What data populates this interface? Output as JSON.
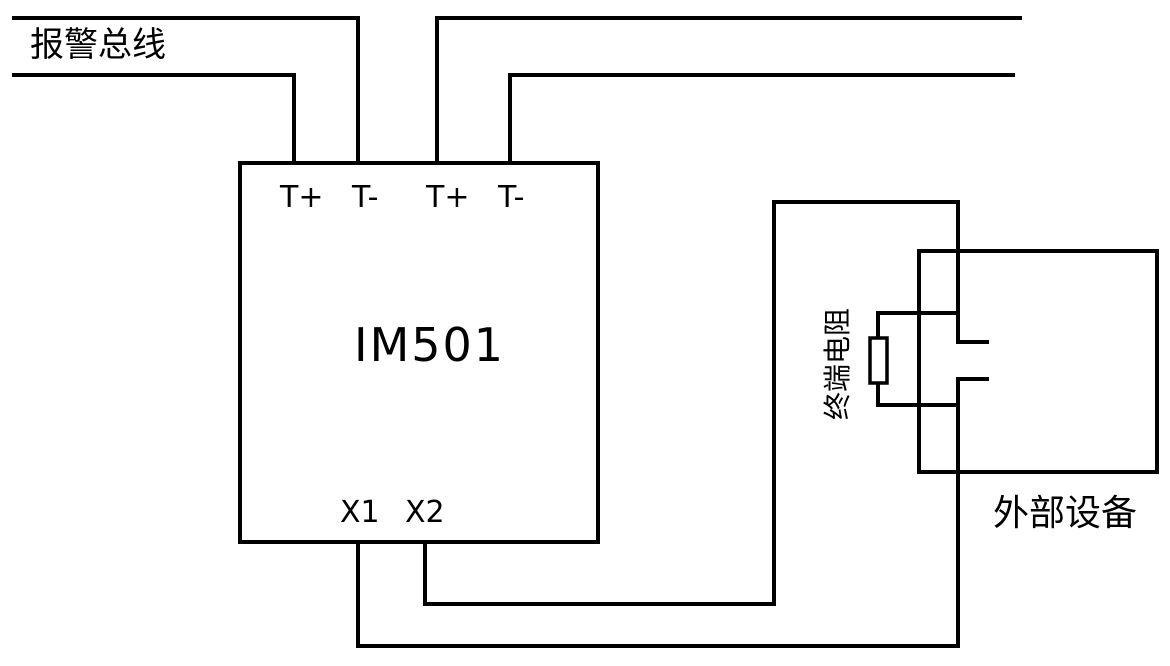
{
  "labels": {
    "alarm_bus": "报警总线",
    "module_name": "IM501",
    "terminals_top": [
      "T+",
      "T-",
      "T+",
      "T-"
    ],
    "terminals_bottom": [
      "X1",
      "X2"
    ],
    "end_resistor": "终端电阻",
    "external_device": "外部设备"
  }
}
